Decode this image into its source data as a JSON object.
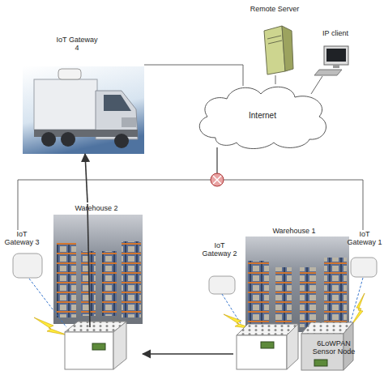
{
  "diagram": {
    "nodes": [
      {
        "text": [
          "IoT Gateway 4"
        ]
      },
      {
        "text": [
          "Remote Server"
        ]
      },
      {
        "text": [
          "IP client"
        ]
      },
      {
        "text": [
          "Internet"
        ]
      },
      {
        "text": [
          "Warehouse 2"
        ]
      },
      {
        "text": [
          "Warehouse 1"
        ]
      },
      {
        "text": [
          "IoT Gateway 3"
        ]
      },
      {
        "text": [
          "IoT Gateway 2"
        ]
      },
      {
        "text": [
          "IoT Gateway 1"
        ]
      }
    ],
    "edges": [
      {
        "from": 0,
        "to": 3,
        "arrow": "none"
      },
      {
        "from": 1,
        "to": 3,
        "arrow": "none"
      },
      {
        "from": 2,
        "to": 3,
        "arrow": "none"
      },
      {
        "from": 6,
        "to": 3,
        "arrow": "none"
      },
      {
        "from": 8,
        "to": 3,
        "arrow": "none"
      },
      {
        "from": 5,
        "to": 4,
        "arrow": "to"
      },
      {
        "from": 4,
        "to": 0,
        "arrow": "to"
      }
    ],
    "labels": [
      "6LoWPAN Sensor Node"
    ]
  }
}
